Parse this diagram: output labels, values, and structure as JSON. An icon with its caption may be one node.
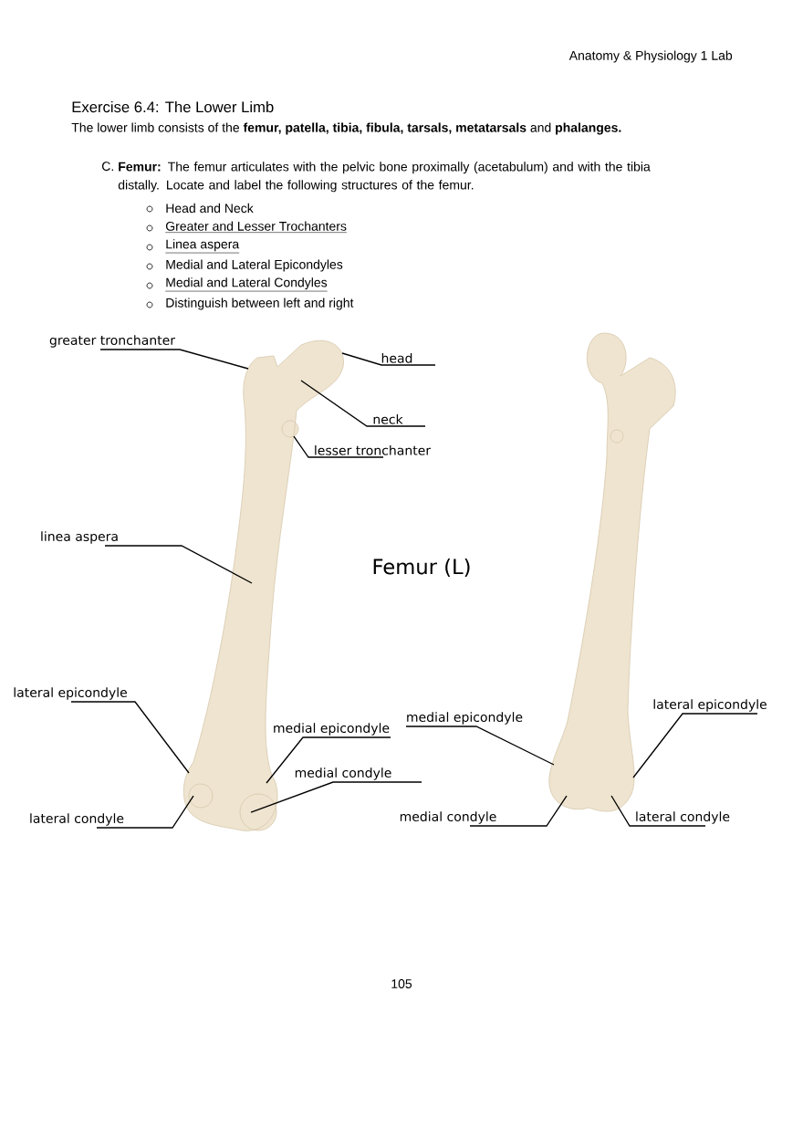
{
  "diagram": {
    "title": "Exercise 6.4: The Lower Limb",
    "nodes": [
      {
        "text": [
          "greater tronchanter"
        ]
      },
      {
        "text": [
          "head"
        ]
      },
      {
        "text": [
          "neck"
        ]
      },
      {
        "text": [
          "lesser tronchanter"
        ]
      },
      {
        "text": [
          "linea aspera"
        ]
      },
      {
        "text": [
          "lateral epicondyle"
        ]
      },
      {
        "text": [
          "medial epicondyle"
        ]
      },
      {
        "text": [
          "medial condyle"
        ]
      },
      {
        "text": [
          "lateral condyle"
        ]
      },
      {
        "text": [
          "medial epicondyle"
        ]
      },
      {
        "text": [
          "lateral epicondyle"
        ]
      },
      {
        "text": [
          "medial condyle"
        ]
      },
      {
        "text": [
          "lateral condyle"
        ]
      },
      {
        "text": [],
        "shape": "picture"
      },
      {
        "text": [],
        "shape": "picture"
      }
    ],
    "edges": [
      {
        "from": 0,
        "to": 13,
        "arrow": "none"
      },
      {
        "from": 1,
        "to": 13,
        "arrow": "none"
      },
      {
        "from": 2,
        "to": 13,
        "arrow": "none"
      },
      {
        "from": 3,
        "to": 13,
        "arrow": "none"
      },
      {
        "from": 4,
        "to": 13,
        "arrow": "none"
      },
      {
        "from": 5,
        "to": 13,
        "arrow": "none"
      },
      {
        "from": 6,
        "to": 13,
        "arrow": "none"
      },
      {
        "from": 7,
        "to": 13,
        "arrow": "none"
      },
      {
        "from": 8,
        "to": 13,
        "arrow": "none"
      },
      {
        "from": 9,
        "to": 14,
        "arrow": "none"
      },
      {
        "from": 10,
        "to": 14,
        "arrow": "none"
      },
      {
        "from": 11,
        "to": 14,
        "arrow": "none"
      },
      {
        "from": 12,
        "to": 14,
        "arrow": "none"
      }
    ],
    "labels": [
      "Anatomy & Physiology 1 Lab",
      "The lower limb consists of the **femur, patella, tibia, fibula, tarsals, metatarsals** and **phalanges.**",
      "C.",
      "**Femur:** The femur articulates with the pelvic bone proximally (acetabulum) and with the tibia distally. Locate and label the following structures of the femur.",
      "Head and Neck",
      "Greater and Lesser Trochanters",
      "Linea aspera",
      "Medial and Lateral Epicondyles",
      "Medial and Lateral Condyles",
      "Distinguish between left and right",
      "Femur (L)",
      "105"
    ]
  }
}
